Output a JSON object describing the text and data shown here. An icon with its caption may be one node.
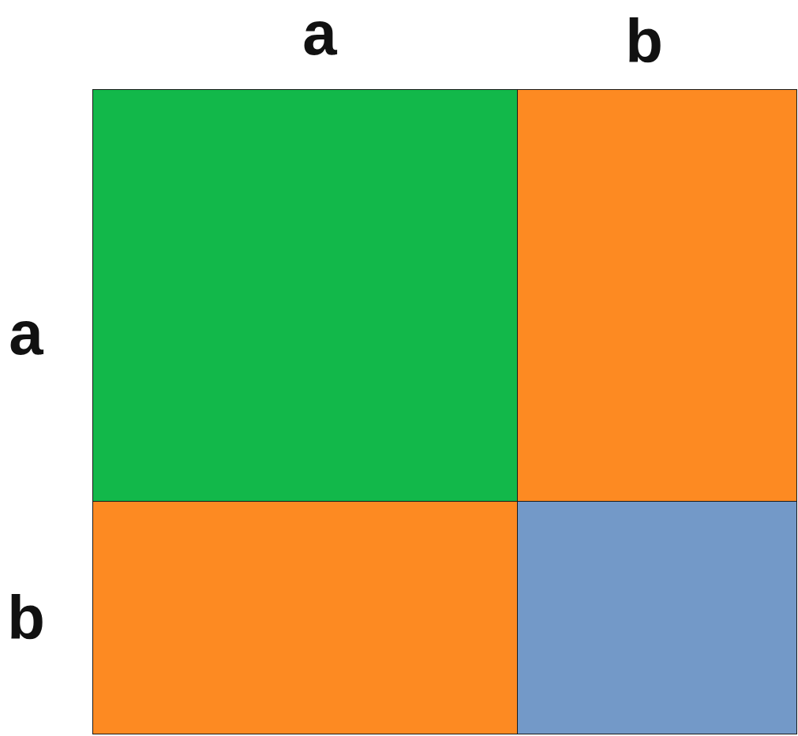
{
  "diagram": {
    "nodes": [
      {
        "text": [],
        "shape": "box"
      },
      {
        "text": [],
        "shape": "box"
      },
      {
        "text": [],
        "shape": "box"
      },
      {
        "text": [],
        "shape": "box"
      }
    ],
    "labels": [
      "a",
      "b",
      "a",
      "b"
    ]
  }
}
